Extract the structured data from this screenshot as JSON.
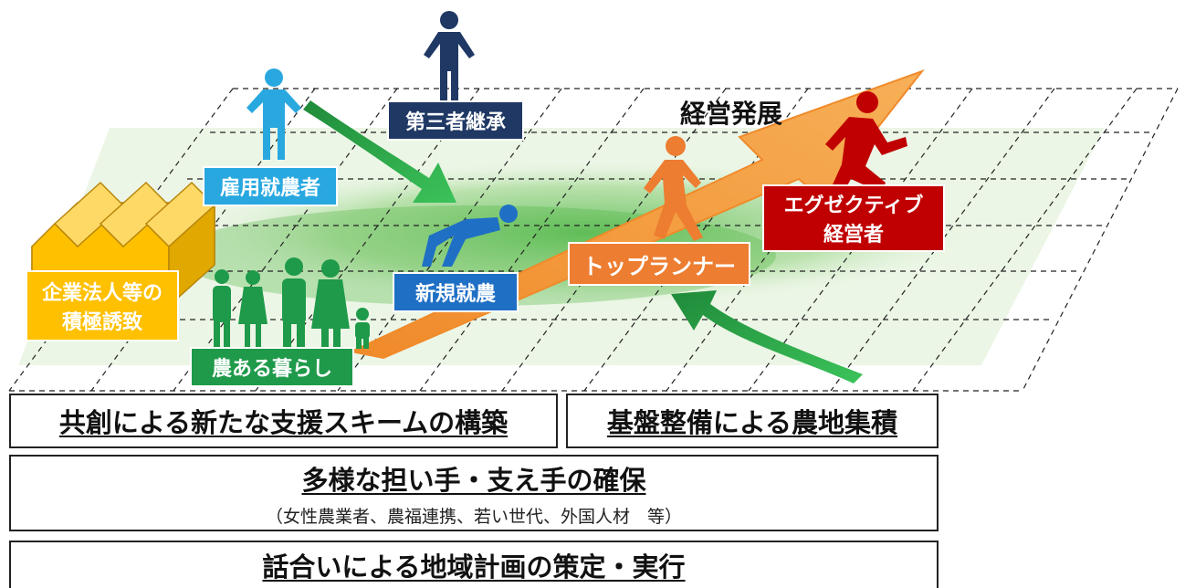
{
  "labels": {
    "third_party": "第三者継承",
    "employed": "雇用就農者",
    "new_farmer": "新規就農",
    "top_runner": "トップランナー",
    "executive_line1": "エグゼクティブ",
    "executive_line2": "経営者",
    "corporate_line1": "企業法人等の",
    "corporate_line2": "積極誘致",
    "farm_life": "農ある暮らし",
    "management_dev": "経営発展"
  },
  "boxes": {
    "cocreation": "共創による新たな支援スキームの構築",
    "infrastructure": "基盤整備による農地集積",
    "diverse_title": "多様な担い手・支え手の確保",
    "diverse_sub": "（女性農業者、農福連携、若い世代、外国人材　等）",
    "regional_plan": "話合いによる地域計画の策定・実行"
  },
  "colors": {
    "navy": "#1f3864",
    "sky": "#29a8e0",
    "blue": "#1f6fc5",
    "orange": "#ed7d31",
    "red": "#c00000",
    "gold": "#ffc000",
    "green": "#1e9a4a",
    "arrow_green": "#2aa84a",
    "arrow_orange": "#f5a04a"
  }
}
